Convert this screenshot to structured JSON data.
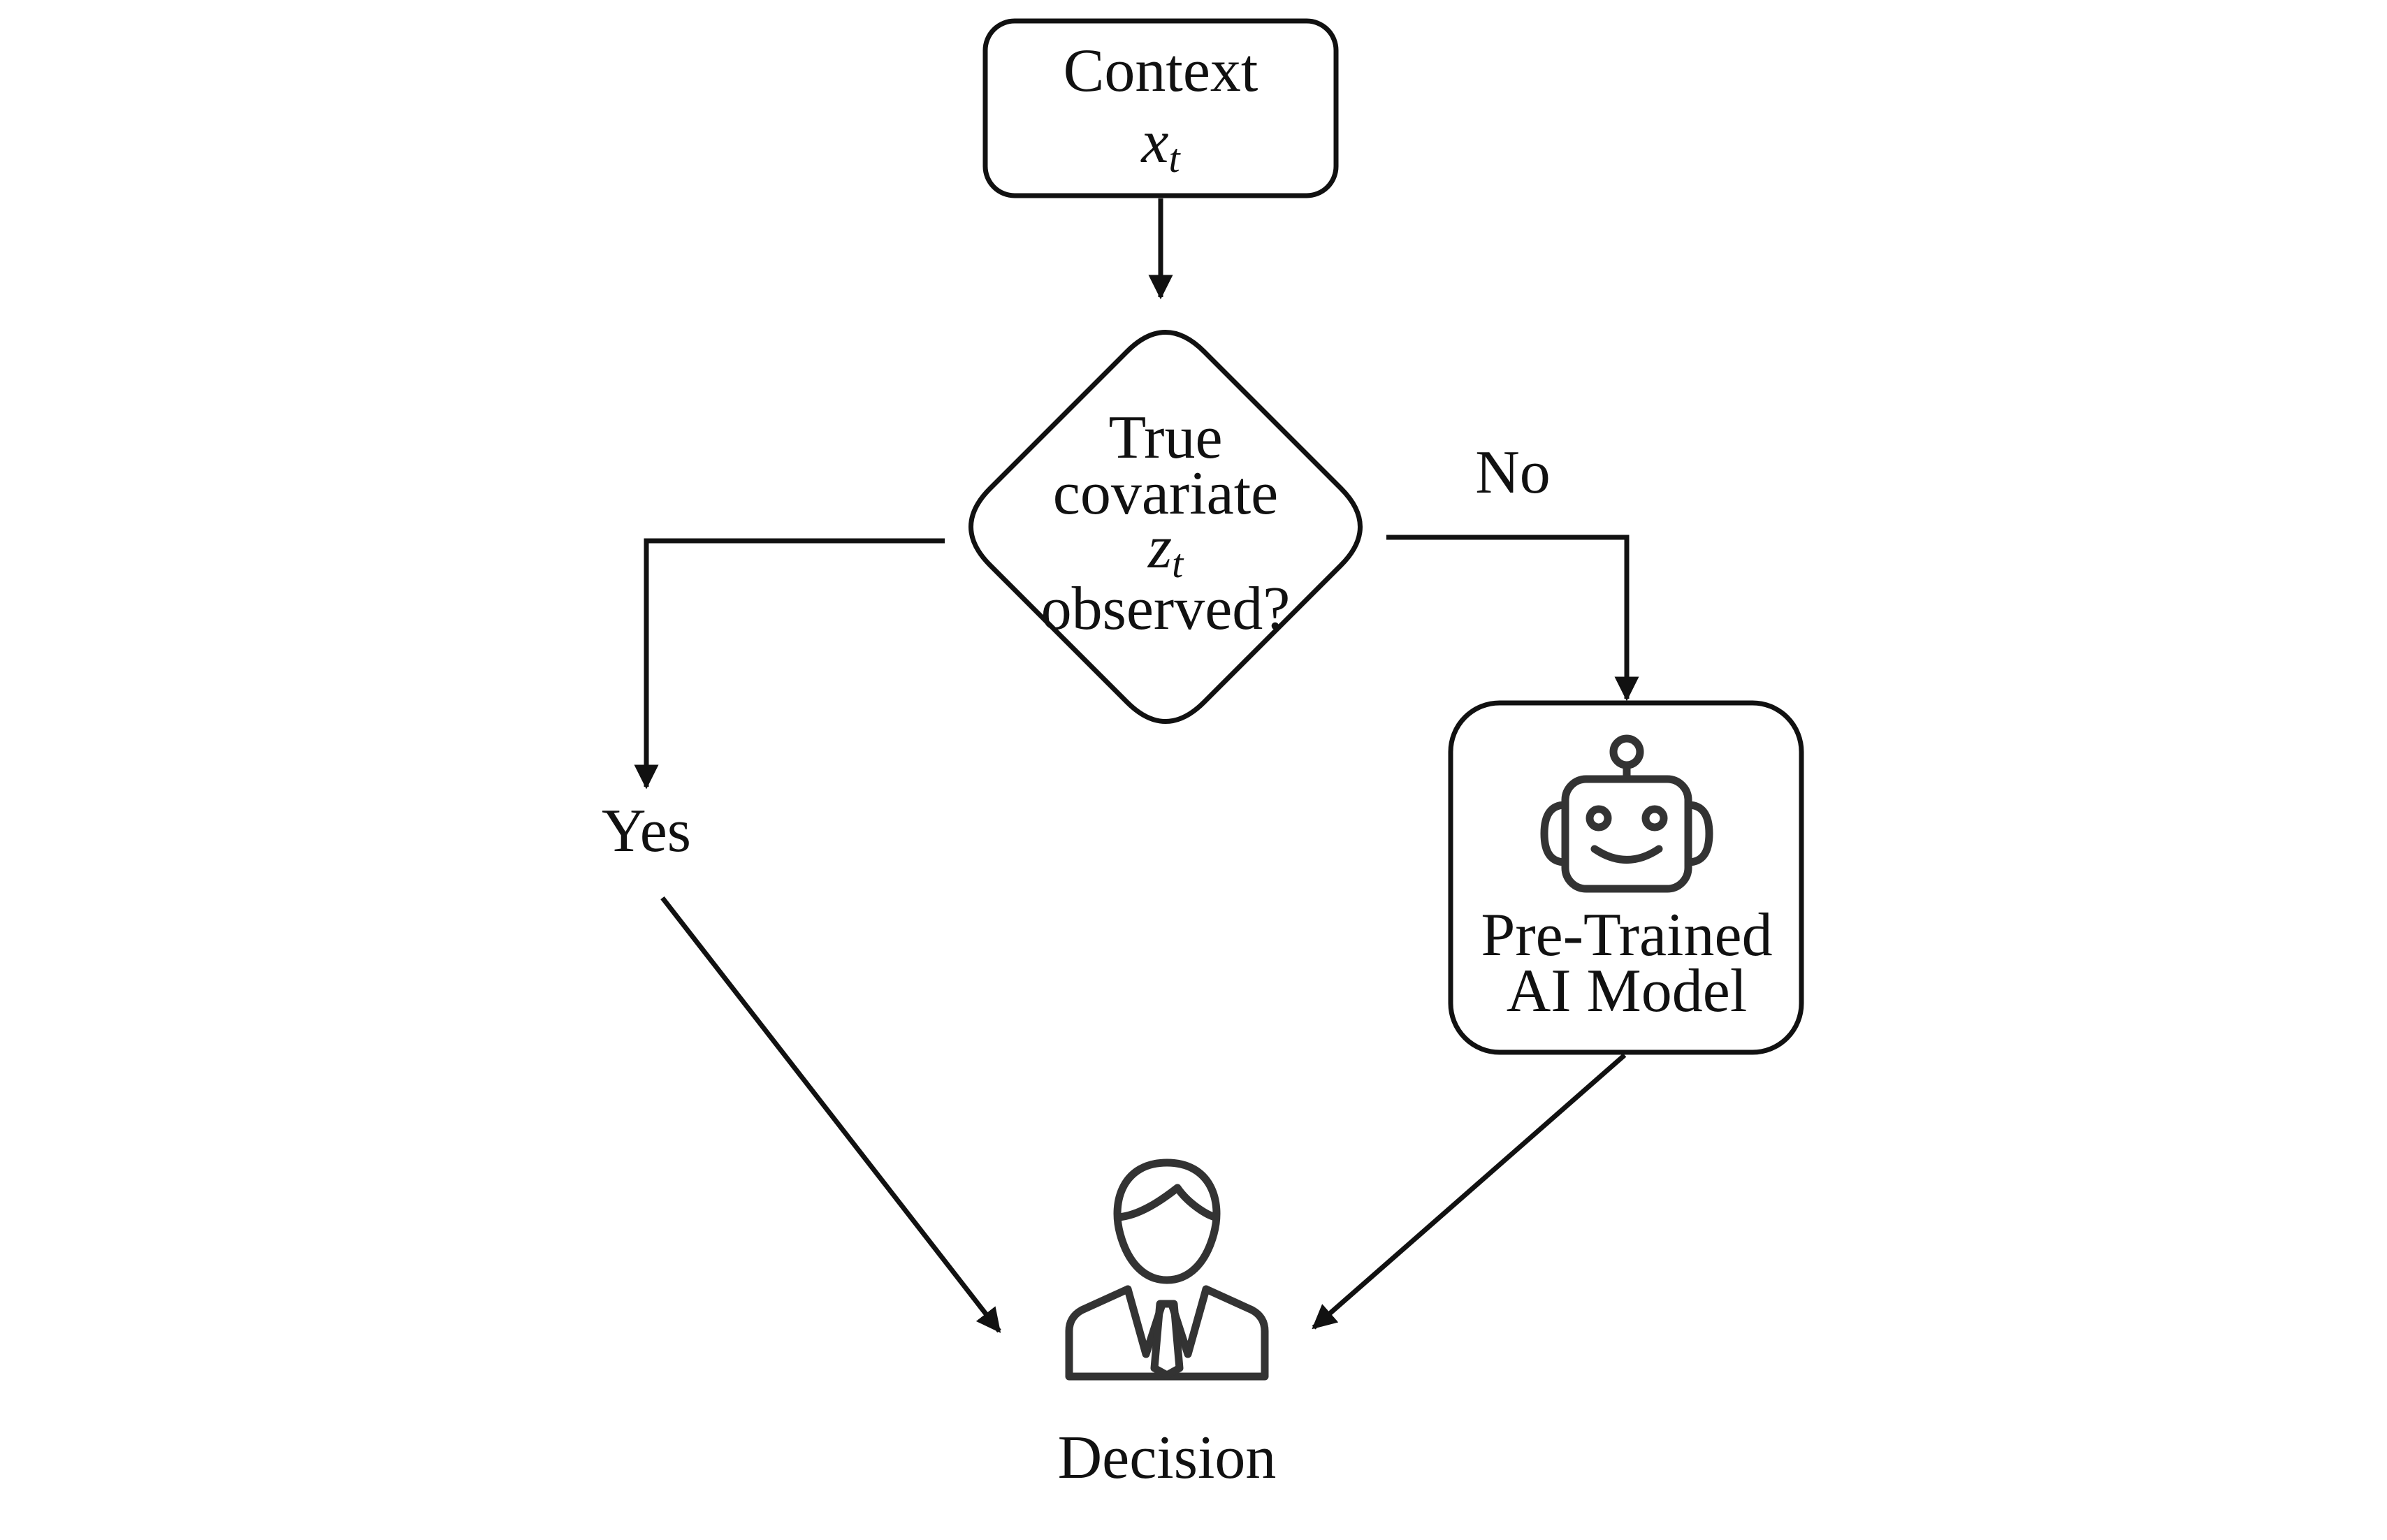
{
  "nodes": {
    "context": {
      "line1": "Context",
      "var_main": "x",
      "var_sub": "t"
    },
    "decision_diamond": {
      "line1": "True",
      "line2": "covariate",
      "var_main": "z",
      "var_sub": "t",
      "line4": "observed?"
    },
    "ai_model": {
      "line1": "Pre-Trained",
      "line2": "AI Model",
      "icon": "robot-icon"
    },
    "decision": {
      "label": "Decision",
      "icon": "person-icon"
    }
  },
  "edges": {
    "yes_label": "Yes",
    "no_label": "No"
  },
  "colors": {
    "stroke": "#111111",
    "icon": "#333333",
    "background": "#ffffff"
  }
}
